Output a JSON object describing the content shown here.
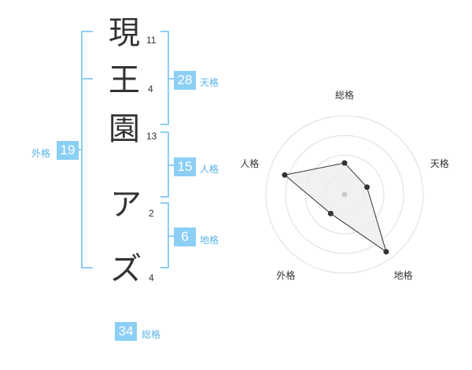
{
  "name": {
    "characters": [
      {
        "char": "現",
        "strokes": "11"
      },
      {
        "char": "王",
        "strokes": "4"
      },
      {
        "char": "園",
        "strokes": "13"
      },
      {
        "char": "ア",
        "strokes": "2"
      },
      {
        "char": "ズ",
        "strokes": "4"
      }
    ]
  },
  "fortune": {
    "tenkaku": {
      "value": "28",
      "label": "天格"
    },
    "jinkaku": {
      "value": "15",
      "label": "人格"
    },
    "chikaku": {
      "value": "6",
      "label": "地格"
    },
    "gaikaku": {
      "value": "19",
      "label": "外格"
    },
    "soukaku": {
      "value": "34",
      "label": "総格"
    }
  },
  "colors": {
    "accent": "#8ccff5",
    "accent_text": "#5ab4e8",
    "bracket": "#8ccff5",
    "text": "#333333",
    "ring": "#dddddd",
    "polygon_fill": "#eeeeee"
  },
  "chart_data": {
    "type": "radar",
    "axes": [
      "総格",
      "天格",
      "地格",
      "外格",
      "人格"
    ],
    "values": [
      0.4,
      0.3,
      0.9,
      0.3,
      0.8
    ],
    "rings": 4,
    "range": [
      0,
      1
    ]
  }
}
